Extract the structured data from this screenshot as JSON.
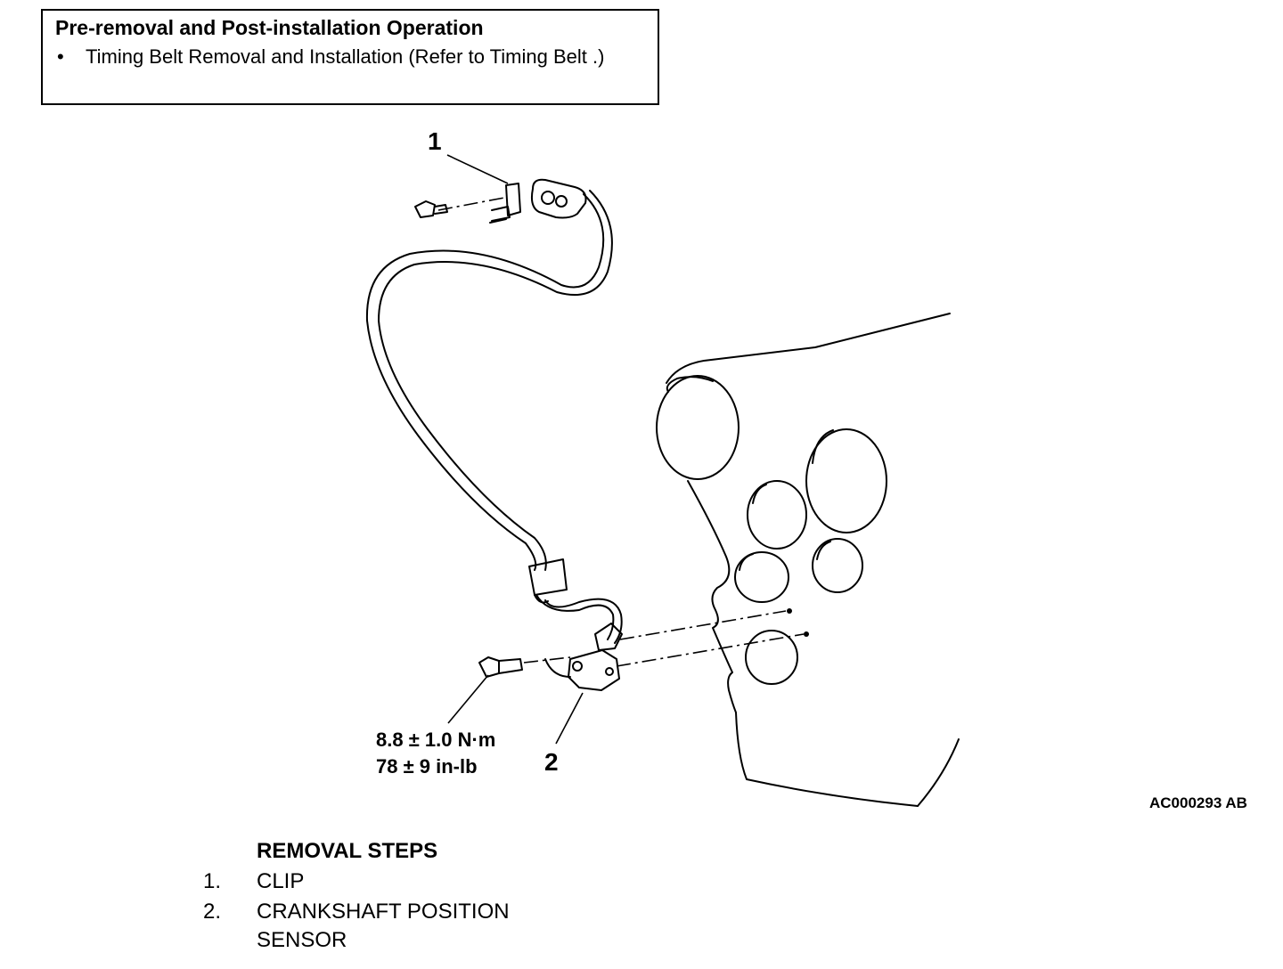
{
  "operation": {
    "title": "Pre-removal and Post-installation Operation",
    "items": [
      "Timing Belt Removal and Installation (Refer to Timing Belt .)"
    ]
  },
  "diagram": {
    "callouts": [
      "1",
      "2"
    ],
    "torque_line1": "8.8 ± 1.0 N·m",
    "torque_line2": "78 ± 9 in-lb",
    "figure_id": "AC000293 AB"
  },
  "removal_steps": {
    "title": "REMOVAL STEPS",
    "steps": [
      {
        "number": "1.",
        "label": "CLIP"
      },
      {
        "number": "2.",
        "label": "CRANKSHAFT POSITION SENSOR"
      }
    ]
  }
}
